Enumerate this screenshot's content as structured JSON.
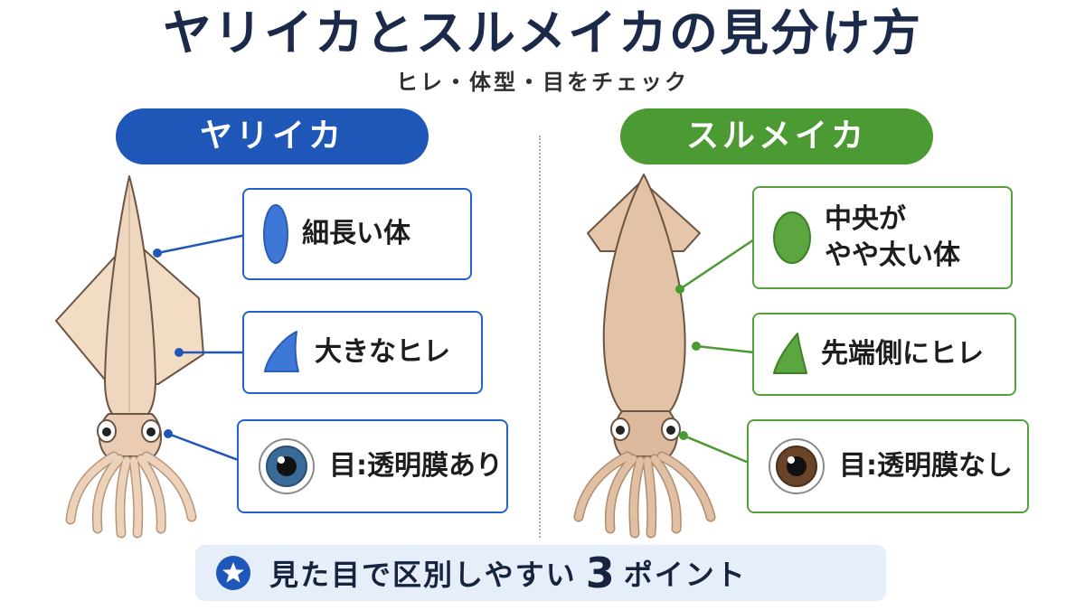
{
  "title": "ヤリイカとスルメイカの見分け方",
  "subtitle": "ヒレ・体型・目をチェック",
  "left": {
    "heading": "ヤリイカ",
    "accent": "#1f57b8",
    "cards": [
      {
        "icon": "ellipse-icon",
        "label": "細長い体"
      },
      {
        "icon": "fin-icon",
        "label": "大きなヒレ"
      },
      {
        "icon": "eye-icon",
        "label": "目:透明膜あり"
      }
    ]
  },
  "right": {
    "heading": "スルメイカ",
    "accent": "#4b9a33",
    "cards": [
      {
        "icon": "ellipse-icon",
        "label": "中央が\nやや太い体"
      },
      {
        "icon": "fin-icon",
        "label": "先端側にヒレ"
      },
      {
        "icon": "eye-icon",
        "label": "目:透明膜なし"
      }
    ]
  },
  "banner": {
    "icon": "star-icon",
    "text_before": "見た目で区別しやすい",
    "number": "3",
    "text_after": "ポイント"
  }
}
